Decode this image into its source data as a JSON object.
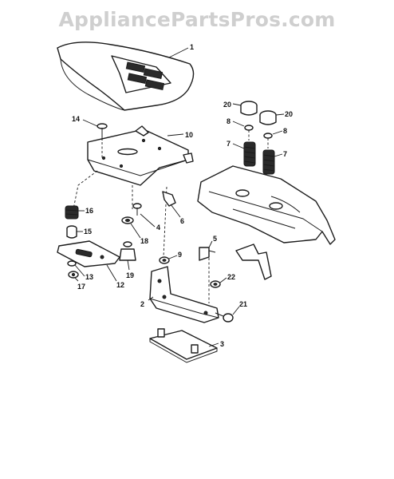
{
  "watermark": "AppliancePartsPros.com",
  "callouts": [
    "1",
    "10",
    "14",
    "20",
    "20",
    "8",
    "8",
    "7",
    "7",
    "16",
    "4",
    "6",
    "15",
    "18",
    "12",
    "13",
    "17",
    "19",
    "9",
    "5",
    "22",
    "2",
    "21",
    "3"
  ]
}
